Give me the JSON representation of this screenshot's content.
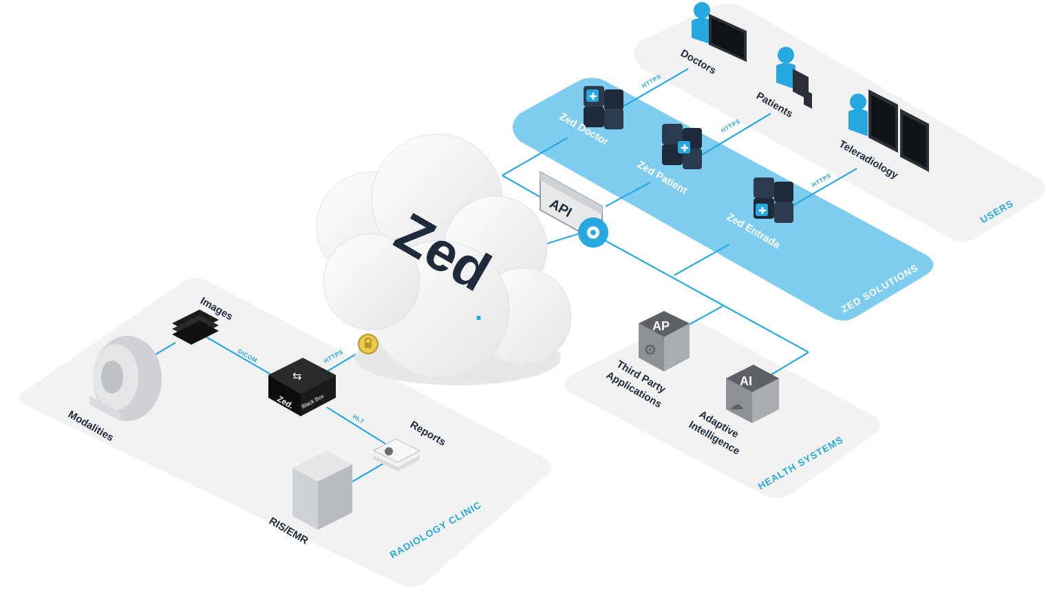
{
  "zones": {
    "users": "USERS",
    "zed_solutions": "ZED SOLUTIONS",
    "health_systems": "HEALTH SYSTEMS",
    "radiology_clinic": "RADIOLOGY CLINIC"
  },
  "users": {
    "doctors": "Doctors",
    "patients": "Patients",
    "teleradiology": "Teleradiology"
  },
  "solutions": {
    "zed_doctor": "Zed Doctor",
    "zed_patient": "Zed Patient",
    "zed_entrada": "Zed Entrada"
  },
  "cloud": {
    "logo": "Zed",
    "logo_dot": "."
  },
  "api": {
    "label": "API"
  },
  "health": {
    "ap_badge": "AP",
    "ap_line1": "Third Party",
    "ap_line2": "Applications",
    "ai_badge": "AI",
    "ai_line1": "Adaptive",
    "ai_line2": "Intelligence"
  },
  "clinic": {
    "images": "Images",
    "modalities": "Modalities",
    "reports": "Reports",
    "ris": "RIS/EMR",
    "blackbox_logo": "Zed.",
    "blackbox_label": "Black Box"
  },
  "protocols": {
    "https_doctors": "HTTPS",
    "https_patients": "HTTPS",
    "https_teleradiology": "HTTPS",
    "https_clinic": "HTTPS",
    "dicom": "DICOM",
    "hl7": "HL7"
  },
  "colors": {
    "accent": "#27a8df",
    "zone_fill": "#f2f2f3",
    "solutions_fill": "#7fcdee",
    "dark_cube": "#1f2a3a",
    "text": "#1f2a3a"
  }
}
